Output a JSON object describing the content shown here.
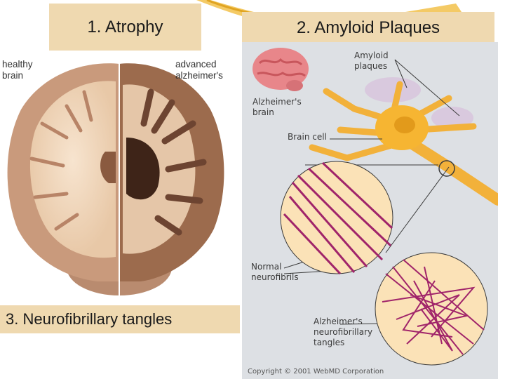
{
  "titles": {
    "atrophy": "1. Atrophy",
    "plaques": "2. Amyloid Plaques",
    "tangles": "3. Neurofibrillary tangles"
  },
  "brain_labels": {
    "healthy": "healthy\nbrain",
    "advanced": "advanced\nalzheimer's"
  },
  "neuron_labels": {
    "amyloid": "Amyloid\nplaques",
    "alz_brain": "Alzheimer's\nbrain",
    "brain_cell": "Brain cell",
    "normal": "Normal\nneurofibrils",
    "tangles": "Alzheimer's\nneurofibrillary\ntangles",
    "copyright": "Copyright © 2001 WebMD Corporation"
  },
  "colors": {
    "title_bg": "#efd9b0",
    "swoosh": "#f2c14a",
    "neuron_bg": "#dde0e4",
    "cell_orange": "#f6b532",
    "fibril": "#a0246a"
  }
}
